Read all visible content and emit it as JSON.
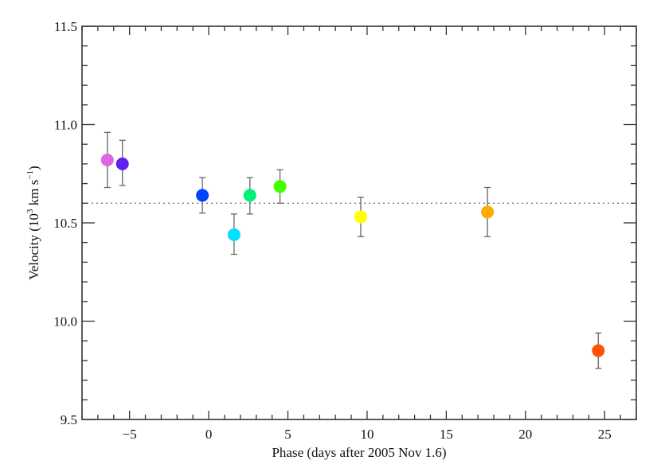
{
  "chart_data": {
    "type": "scatter",
    "title": "",
    "xlabel": "Phase (days after 2005 Nov 1.6)",
    "ylabel": "Velocity (10^3 km s^-1)",
    "ylabel_parts": {
      "pre": "Velocity (10",
      "sup1": "3",
      "mid": " km s",
      "sup2": "−1",
      "post": ")"
    },
    "xlim": [
      -8,
      27
    ],
    "ylim": [
      9.5,
      11.5
    ],
    "x_ticks": [
      -5,
      0,
      5,
      10,
      15,
      20,
      25
    ],
    "x_tick_labels": [
      "−5",
      "0",
      "5",
      "10",
      "15",
      "20",
      "25"
    ],
    "x_minor_step": 1,
    "y_ticks": [
      9.5,
      10.0,
      10.5,
      11.0,
      11.5
    ],
    "y_tick_labels": [
      "9.5",
      "10.0",
      "10.5",
      "11.0",
      "11.5"
    ],
    "y_minor_step": 0.1,
    "grid": false,
    "legend": null,
    "reference_line": {
      "y": 10.6,
      "style": "dotted"
    },
    "points": [
      {
        "x": -6.4,
        "y": 10.82,
        "err_low": 10.68,
        "err_high": 10.96,
        "color": "#E066E0"
      },
      {
        "x": -5.45,
        "y": 10.8,
        "err_low": 10.69,
        "err_high": 10.92,
        "color": "#6020F0"
      },
      {
        "x": -0.4,
        "y": 10.64,
        "err_low": 10.55,
        "err_high": 10.73,
        "color": "#0044FF"
      },
      {
        "x": 1.6,
        "y": 10.44,
        "err_low": 10.34,
        "err_high": 10.545,
        "color": "#00E0FF"
      },
      {
        "x": 2.6,
        "y": 10.64,
        "err_low": 10.545,
        "err_high": 10.73,
        "color": "#00F07A"
      },
      {
        "x": 4.5,
        "y": 10.685,
        "err_low": 10.6,
        "err_high": 10.77,
        "color": "#44FF00"
      },
      {
        "x": 9.6,
        "y": 10.53,
        "err_low": 10.43,
        "err_high": 10.63,
        "color": "#FFFF00"
      },
      {
        "x": 17.6,
        "y": 10.555,
        "err_low": 10.43,
        "err_high": 10.68,
        "color": "#FFAA00"
      },
      {
        "x": 24.6,
        "y": 9.85,
        "err_low": 9.76,
        "err_high": 9.94,
        "color": "#FF5500"
      }
    ]
  },
  "style": {
    "axis_color": "#333333",
    "errorbar_color": "#666666",
    "refline_color": "#444444"
  }
}
